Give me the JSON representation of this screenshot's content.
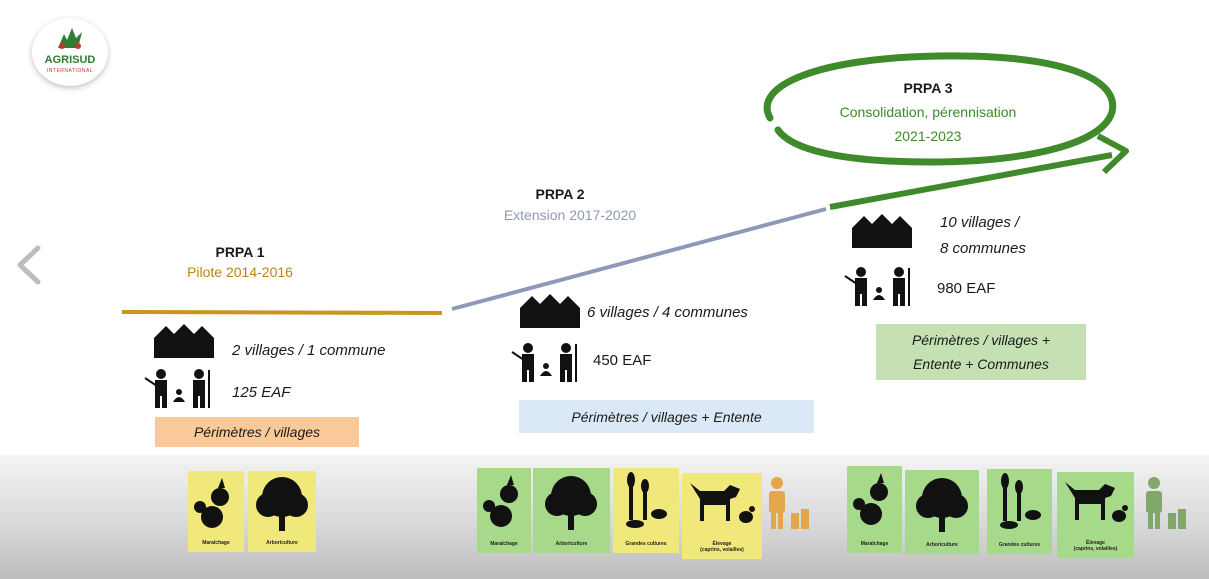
{
  "logo": {
    "name": "AGRISUD",
    "subtitle": "INTERNATIONAL"
  },
  "phases": [
    {
      "title": "PRPA 1",
      "subtitle": "Pilote 2014-2016",
      "villages": "2 villages / 1 commune",
      "eaf": "125 EAF",
      "tag": "Périmètres / villages"
    },
    {
      "title": "PRPA 2",
      "subtitle": "Extension 2017-2020",
      "villages": "6 villages / 4 communes",
      "eaf": "450 EAF",
      "tag": "Périmètres / villages + Entente"
    },
    {
      "title": "PRPA 3",
      "subtitle_line1": "Consolidation, pérennisation",
      "subtitle_line2": "2021-2023",
      "villages_line1": "10 villages /",
      "villages_line2": "8 communes",
      "eaf": "980 EAF",
      "tag_line1": "Périmètres / villages +",
      "tag_line2": "Entente + Communes"
    }
  ],
  "cards": {
    "maraichage": "Maraîchage",
    "arboriculture": "Arboriculture",
    "grandes_cultures": "Grandes cultures",
    "elevage_line1": "Élevage",
    "elevage_line2": "(caprins, volailles)"
  },
  "colors": {
    "phase1": "#c9951c",
    "phase2": "#8f98b6",
    "phase3": "#3f8a2a",
    "tag1": "#f9c99a",
    "tag2": "#dbe8f5",
    "tag3": "#c5e1b4",
    "card_yellow": "#f0e87a",
    "card_green": "#a6d98a"
  },
  "icons": [
    "houses-icon",
    "farmers-icon",
    "vegetables-icon",
    "tree-icon",
    "crops-icon",
    "goat-chicken-icon",
    "family-icon",
    "chevron-left-icon"
  ]
}
